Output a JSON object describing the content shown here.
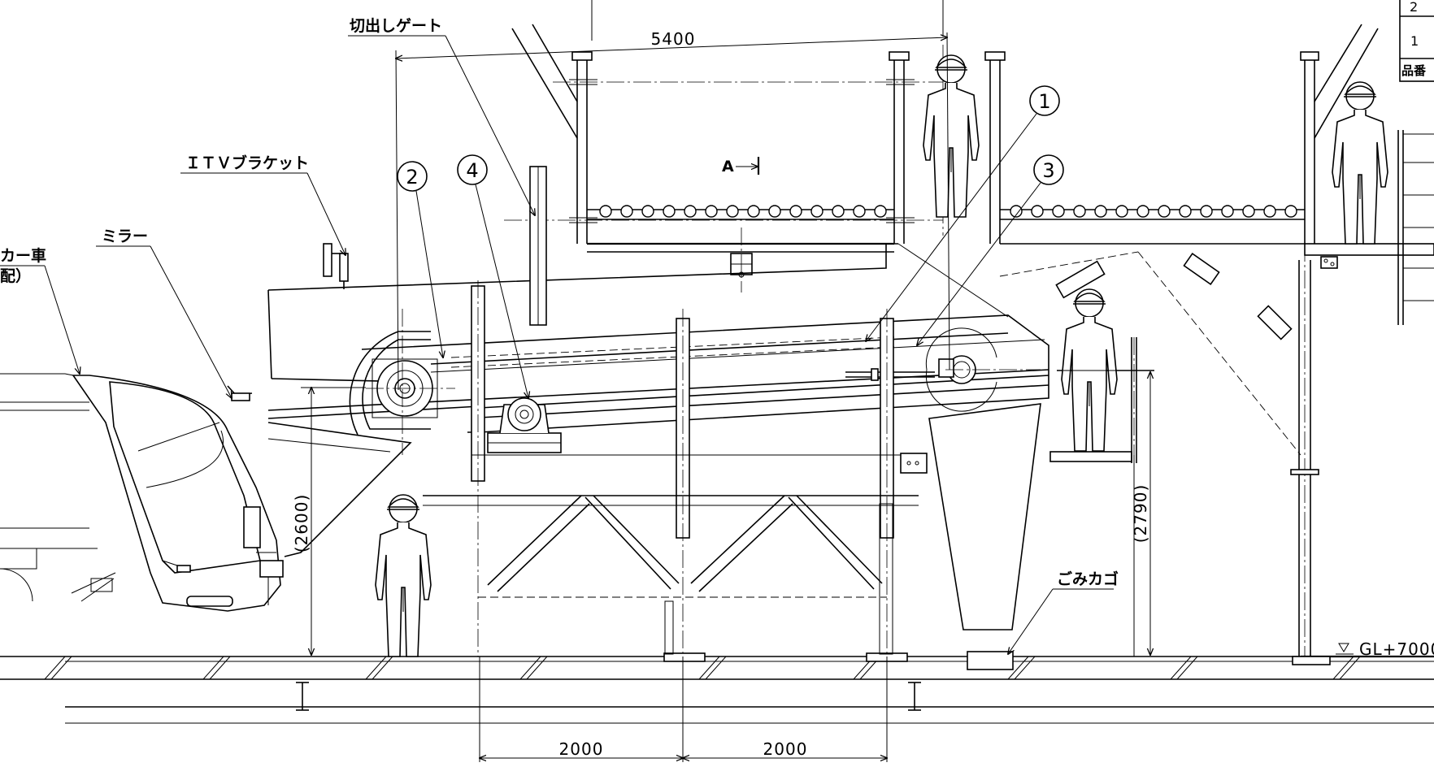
{
  "labels": {
    "gate": "切出しゲート",
    "itv_bracket": "ＩＴＶブラケット",
    "mirror": "ミラー",
    "truck_line1": "カー車",
    "truck_line2": "配）",
    "arrow_a": "A",
    "trash_basket": "ごみカゴ",
    "ground_level": "GL+7000"
  },
  "balloons": [
    "1",
    "2",
    "3",
    "4"
  ],
  "dimensions": {
    "top": "5400",
    "left_height": "(2600)",
    "right_height": "(2790)",
    "bottom_left": "2000",
    "bottom_right": "2000"
  },
  "table": {
    "rows": [
      "2",
      "1"
    ],
    "header": "品番"
  }
}
